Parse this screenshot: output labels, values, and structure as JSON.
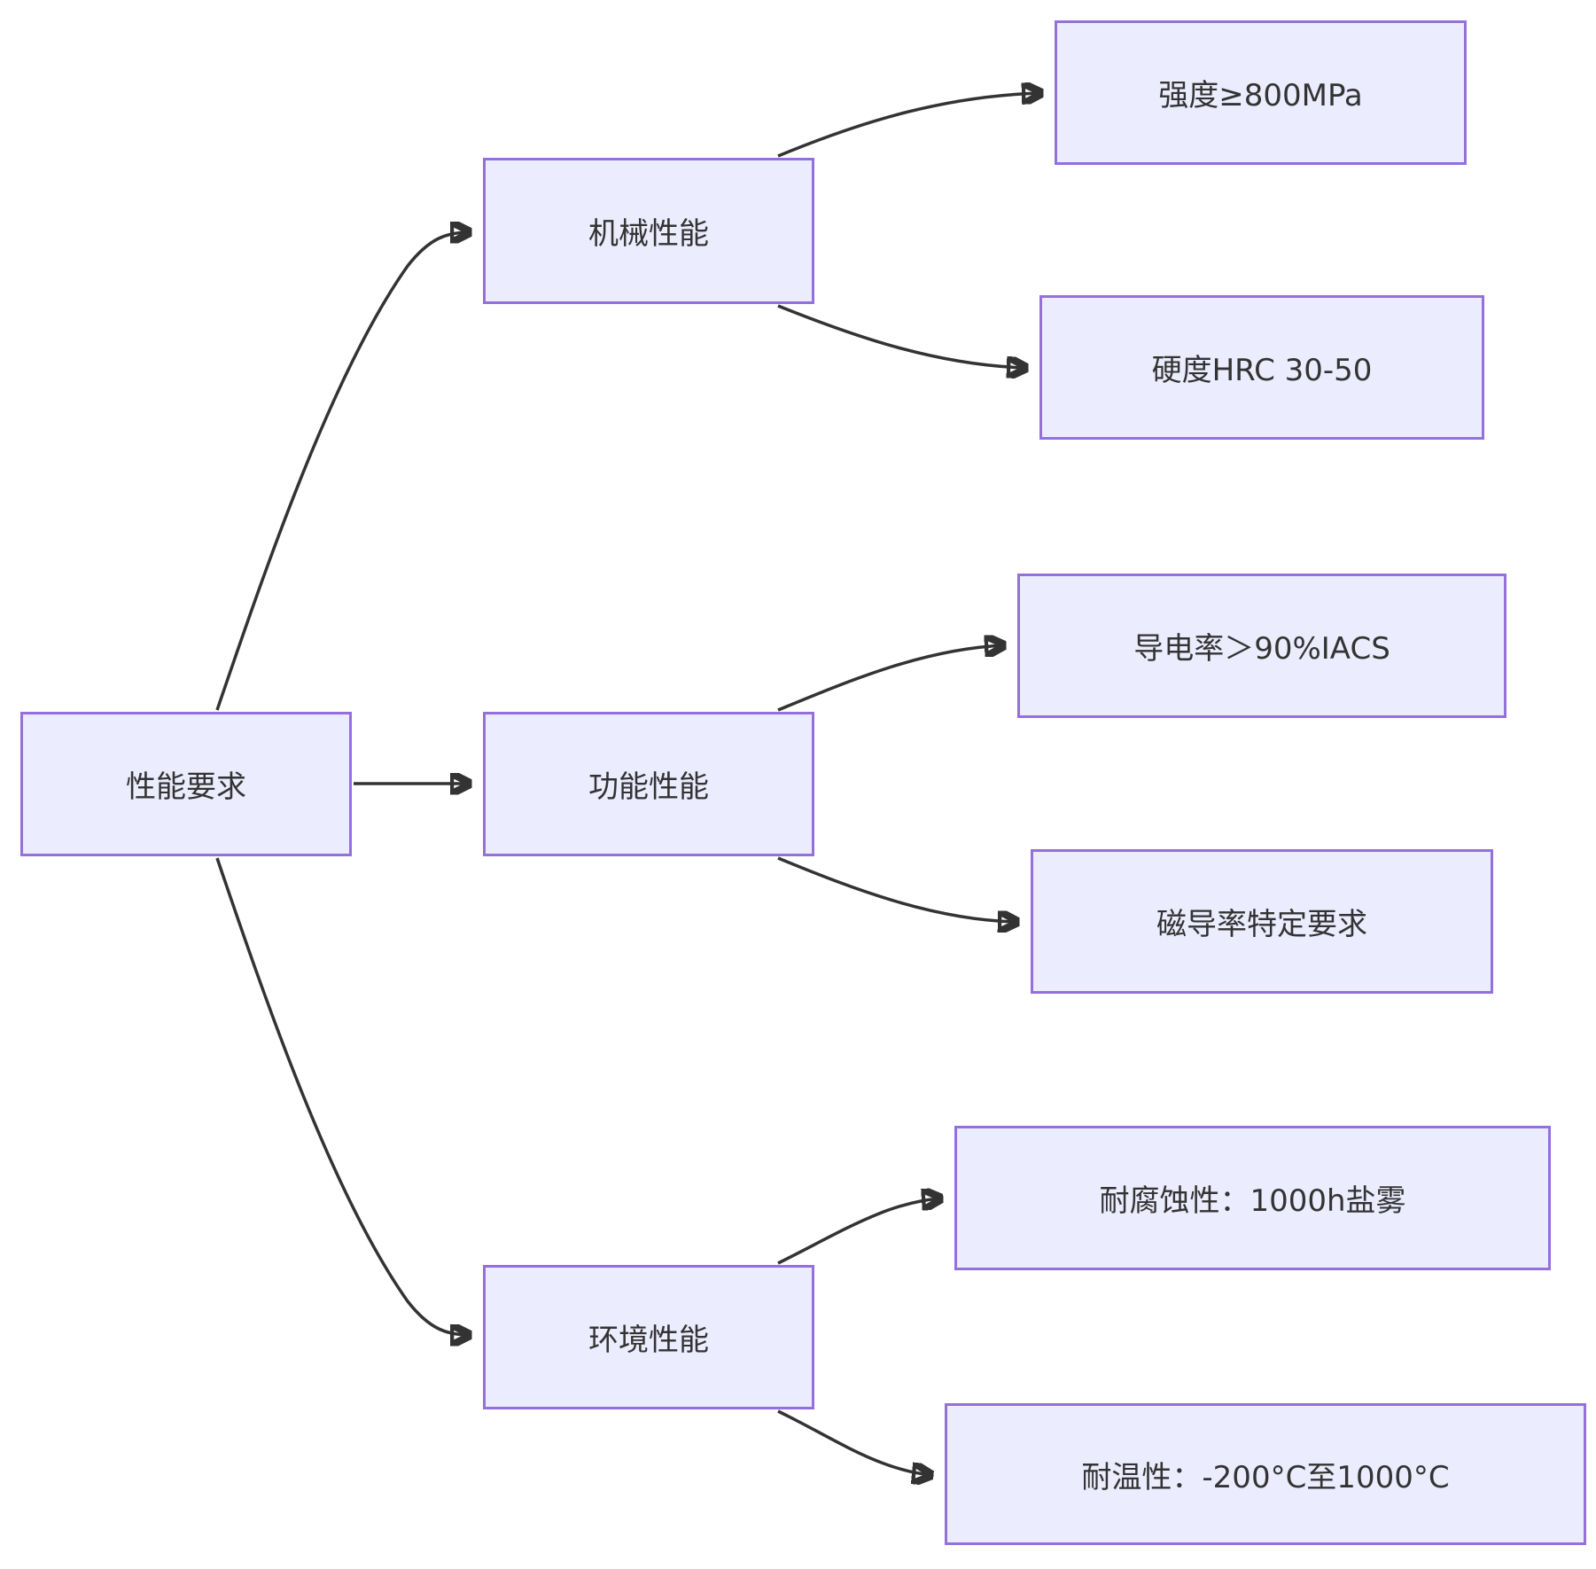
{
  "diagram": {
    "root": {
      "label": "性能要求"
    },
    "branches": [
      {
        "label": "机械性能",
        "children": [
          {
            "label": "强度≥800MPa"
          },
          {
            "label": "硬度HRC 30-50"
          }
        ]
      },
      {
        "label": "功能性能",
        "children": [
          {
            "label": "导电率＞90%IACS"
          },
          {
            "label": "磁导率特定要求"
          }
        ]
      },
      {
        "label": "环境性能",
        "children": [
          {
            "label": "耐腐蚀性：1000h盐雾"
          },
          {
            "label": "耐温性：-200°C至1000°C"
          }
        ]
      }
    ],
    "colors": {
      "node_fill": "#ECECFF",
      "node_border": "#9370DB",
      "edge": "#333333",
      "text": "#333333"
    }
  }
}
